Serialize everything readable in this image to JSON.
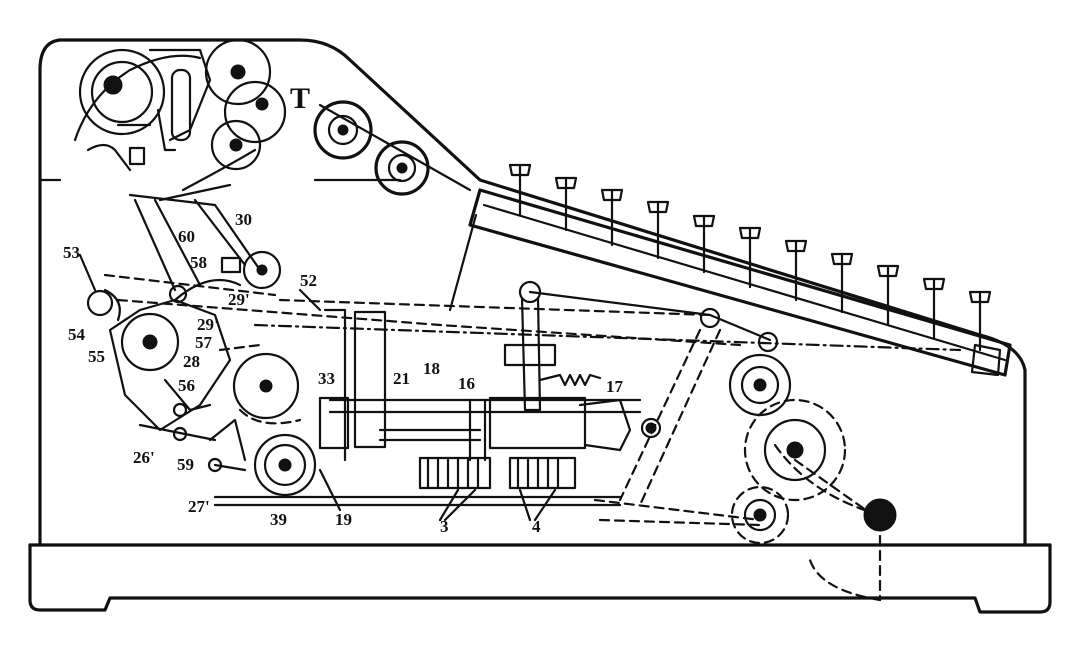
{
  "labels": {
    "l53": "53",
    "l54": "54",
    "l55": "55",
    "l60": "60",
    "l58": "58",
    "l30": "30",
    "l29p": "29'",
    "l29pp": "29'",
    "l57": "57",
    "l28": "28",
    "l56": "56",
    "l26": "26'",
    "l59": "59",
    "l27": "27'",
    "l39": "39",
    "l19": "19",
    "l33": "33",
    "l21": "21",
    "l18": "18",
    "l16": "16",
    "l17": "17",
    "l52": "52",
    "l3": "3",
    "l4": "4",
    "lT": "T"
  }
}
